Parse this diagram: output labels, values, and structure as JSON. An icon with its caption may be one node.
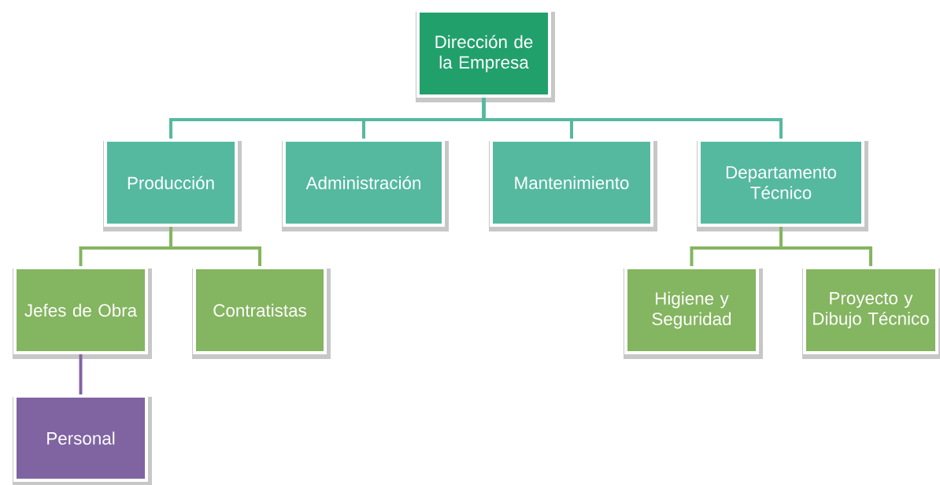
{
  "diagram": {
    "nodes": [
      {
        "text": [
          "Dirección de la Empresa"
        ]
      },
      {
        "text": [
          "Producción"
        ]
      },
      {
        "text": [
          "Administración"
        ]
      },
      {
        "text": [
          "Mantenimiento"
        ]
      },
      {
        "text": [
          "Departamento Técnico"
        ]
      },
      {
        "text": [
          "Jefes de Obra"
        ]
      },
      {
        "text": [
          "Contratistas"
        ]
      },
      {
        "text": [
          "Higiene y Seguridad"
        ]
      },
      {
        "text": [
          "Proyecto y Dibujo Técnico"
        ]
      },
      {
        "text": [
          "Personal"
        ]
      }
    ],
    "edges": [
      {
        "from": 0,
        "to": 1,
        "arrow": "none",
        "color": "#55b9a0"
      },
      {
        "from": 0,
        "to": 2,
        "arrow": "none",
        "color": "#55b9a0"
      },
      {
        "from": 0,
        "to": 3,
        "arrow": "none",
        "color": "#55b9a0"
      },
      {
        "from": 0,
        "to": 4,
        "arrow": "none",
        "color": "#55b9a0"
      },
      {
        "from": 1,
        "to": 5,
        "arrow": "none",
        "color": "#84b560"
      },
      {
        "from": 1,
        "to": 6,
        "arrow": "none",
        "color": "#84b560"
      },
      {
        "from": 4,
        "to": 7,
        "arrow": "none",
        "color": "#84b560"
      },
      {
        "from": 4,
        "to": 8,
        "arrow": "none",
        "color": "#84b560"
      },
      {
        "from": 5,
        "to": 9,
        "arrow": "none",
        "color": "#8064a2"
      }
    ]
  }
}
